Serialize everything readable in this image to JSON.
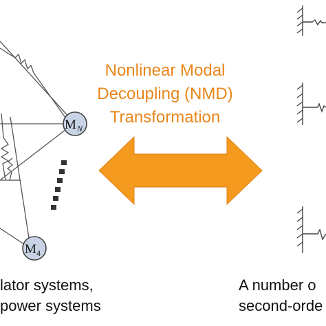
{
  "transform_title": [
    "Nonlinear Modal",
    "Decoupling (NMD)",
    "Transformation"
  ],
  "left_network": {
    "nodes": [
      {
        "label": "M",
        "sub": "N"
      },
      {
        "label": "M",
        "sub": "4"
      }
    ]
  },
  "captions": {
    "left": [
      "lator systems,",
      "power systems"
    ],
    "right": [
      "A number o",
      "second-orde"
    ]
  },
  "colors": {
    "accent": "#E8861A",
    "arrow_fill": "#F39A1F",
    "node_fill": "#C9D3E6",
    "line": "#555555"
  },
  "icons": [
    "double-headed-arrow",
    "spring-symbol",
    "fixed-wall-icon",
    "ellipsis-dots"
  ]
}
